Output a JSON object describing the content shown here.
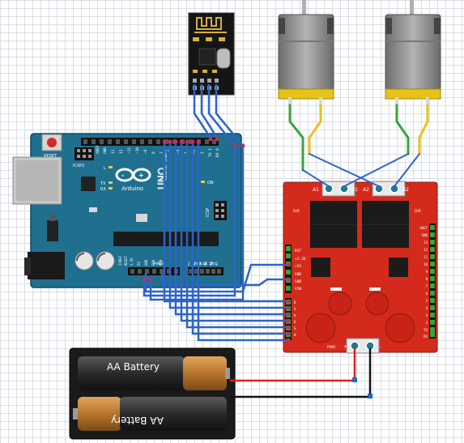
{
  "arduino": {
    "brand": "Arduino",
    "model": "UNO",
    "reset_label": "RESET",
    "icsp2_label": "ICSP2",
    "icsp_label": "ICSP",
    "on_label": "ON",
    "l_label": "L",
    "tx_label": "TX",
    "rx_label": "RX",
    "digital_header": [
      "AREF",
      "GND",
      "13",
      "12",
      "~11",
      "~10",
      "~9",
      "8",
      "7",
      "~6",
      "~5",
      "4",
      "~3",
      "2",
      "TX 1",
      "RX 0"
    ],
    "power_header": [
      "IOREF",
      "RESET",
      "3.3V",
      "5V",
      "GND",
      "GND",
      "VIN"
    ],
    "analog_header": [
      "A0",
      "A1",
      "A2",
      "A3",
      "A4",
      "A5"
    ],
    "power_label": "POWER",
    "analog_label": "ANALOG IN",
    "digital_label": "DIGITAL (PWM~)"
  },
  "motor_driver": {
    "terminals": [
      "A1",
      "A2",
      "B1",
      "B2"
    ],
    "left_pins": [
      "RST",
      "+3.3V",
      "+5V",
      "GND",
      "GND",
      "VIN"
    ],
    "left_pins2": [
      "D",
      "S",
      "U",
      "D",
      "S",
      "W"
    ],
    "right_pins": [
      "AREF",
      "GND",
      "13",
      "12",
      "11",
      "10",
      "9",
      "8",
      "7",
      "6",
      "5",
      "4",
      "3",
      "2",
      "TX",
      "RX"
    ],
    "dir_label": "DIR",
    "pwr_label": "PWR",
    "plus": "+",
    "minus": "-"
  },
  "battery": {
    "top_label": "AA Battery",
    "bottom_label": "AA Battery"
  },
  "colors": {
    "arduino": "#1f6f8f",
    "driver": "#d42a1c",
    "wire_blue": "#2c64c8",
    "wire_red": "#e0201c",
    "wire_green": "#3aa23a",
    "wire_yellow": "#e6c21a",
    "motor_body": "#9a9a9a",
    "battery_gold": "#c8863a"
  }
}
